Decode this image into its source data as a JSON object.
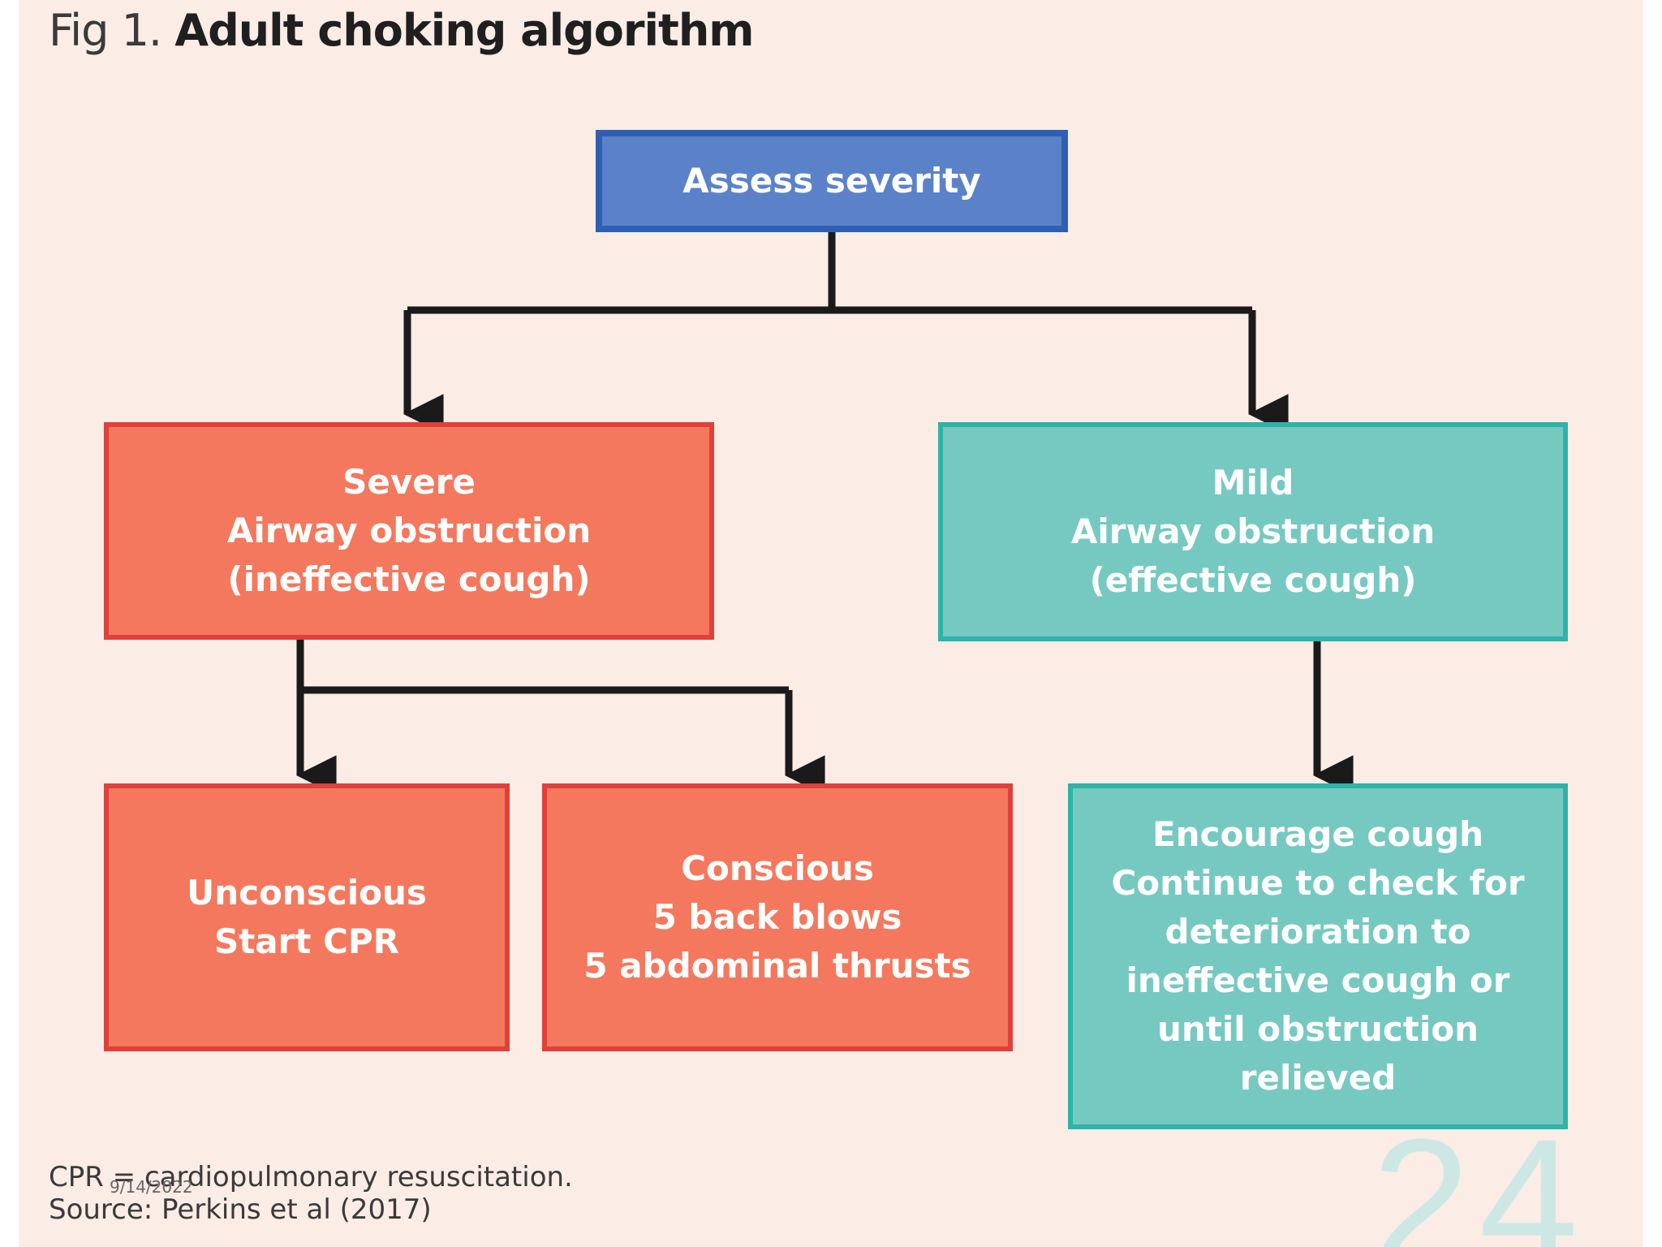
{
  "title": {
    "prefix": "Fig 1.",
    "main": "Adult choking algorithm"
  },
  "nodes": {
    "assess": {
      "lines": [
        "Assess severity"
      ]
    },
    "severe": {
      "lines": [
        "Severe",
        "Airway obstruction",
        "(ineffective cough)"
      ]
    },
    "mild": {
      "lines": [
        "Mild",
        "Airway obstruction",
        "(effective cough)"
      ]
    },
    "unconscious": {
      "lines": [
        "Unconscious",
        "Start CPR"
      ]
    },
    "conscious": {
      "lines": [
        "Conscious",
        "5 back blows",
        "5 abdominal thrusts"
      ]
    },
    "encourage": {
      "lines": [
        "Encourage cough",
        "Continue to check for",
        "deterioration to",
        "ineffective cough or",
        "until obstruction",
        "relieved"
      ]
    }
  },
  "footnotes": {
    "abbreviation": "CPR = cardiopulmonary resuscitation.",
    "source": "Source: Perkins et al (2017)"
  },
  "slide": {
    "date": "9/14/2022",
    "number": "24"
  },
  "colors": {
    "background": "#fbece6",
    "assess_fill": "#5b82c9",
    "severe_fill": "#f4785d",
    "mild_fill": "#76c9c0",
    "connector": "#1a1a1a"
  }
}
